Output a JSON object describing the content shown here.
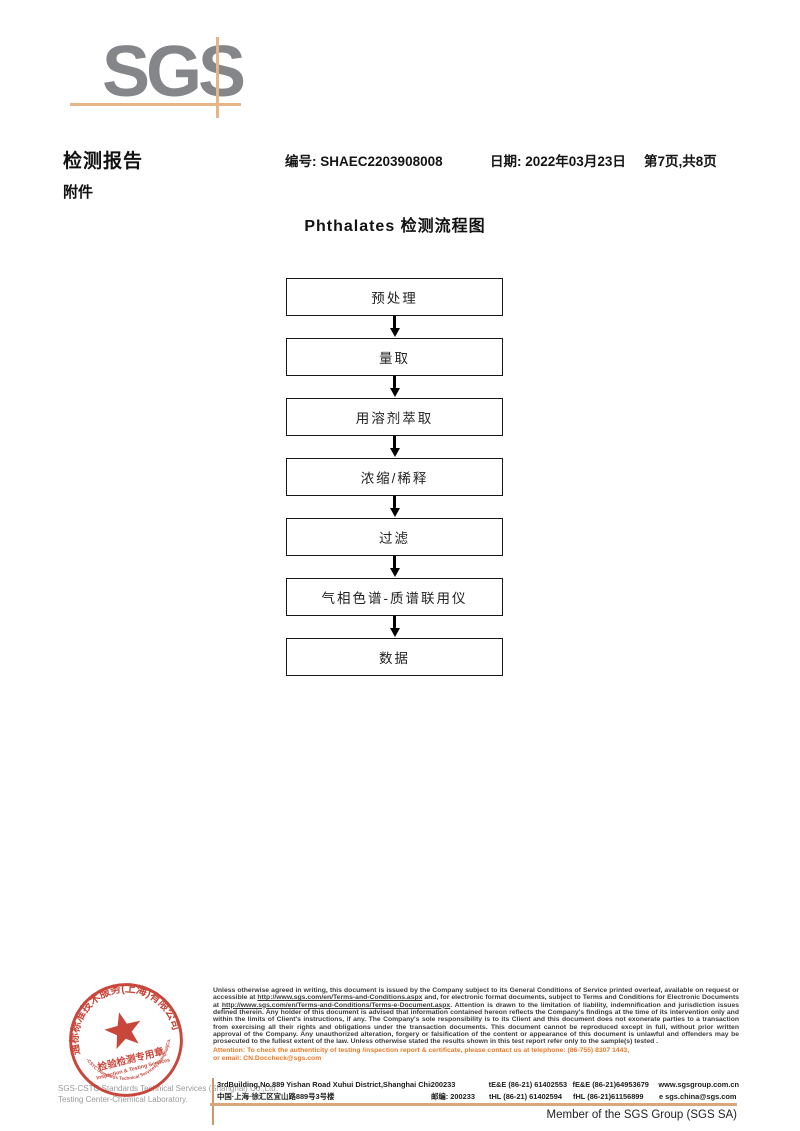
{
  "logo": {
    "text": "SGS"
  },
  "header": {
    "report_title": "检测报告",
    "no_label": "编号:",
    "no_value": "SHAEC2203908008",
    "date_label": "日期:",
    "date_value": "2022年03月23日",
    "page_info": "第7页,共8页",
    "attachment_label": "附件"
  },
  "flowchart": {
    "title": "Phthalates 检测流程图",
    "steps": [
      "预处理",
      "量取",
      "用溶剂萃取",
      "浓缩/稀释",
      "过滤",
      "气相色谱-质谱联用仪",
      "数据"
    ]
  },
  "stamp": {
    "ring_text_cn": "通标标准技术服务(上海)有限公司",
    "ring_text_en": "SGS-CSTC Standards Technical Services(Shanghai)Co.,Ltd.",
    "title_cn": "检验检测专用章",
    "title_en": "Inspection & Testing Services",
    "company_line1": "SGS-CSTC Standards Technical Services (Shanghai) Co.,Ltd.",
    "company_line2": "Testing Center-Chemical Laboratory.",
    "red": "#c5372b"
  },
  "footer": {
    "legal_segments": [
      {
        "text": "Unless otherwise agreed in writing, this document is issued by the Company subject to its General Conditions of Service printed overleaf, available on request or accessible at ",
        "link": false
      },
      {
        "text": "http://www.sgs.com/en/Terms-and-Conditions.aspx",
        "link": true
      },
      {
        "text": " and, for electronic format documents, subject to Terms and Conditions for Electronic Documents at ",
        "link": false
      },
      {
        "text": "http://www.sgs.com/en/Terms-and-Conditions/Terms-e-Document.aspx",
        "link": true
      },
      {
        "text": ". Attention is drawn to the limitation of liability, indemnification and jurisdiction issues defined therein. Any holder of this document is advised that information contained hereon reflects the Company's findings at the time of its intervention only and within the limits of Client's instructions, if any. The Company's sole responsibility is to its Client and this document does not exonerate parties to a transaction from exercising all their rights and obligations under the transaction documents. This document cannot be reproduced except in full, without prior written approval of the Company. Any unauthorized alteration, forgery or falsification of the content or appearance of this document is unlawful and offenders may be prosecuted to the fullest extent of the law. Unless otherwise stated the results shown in this test report refer only to the sample(s) tested .",
        "link": false
      }
    ],
    "attention_line1": "Attention: To check the authenticity of testing /inspection report & certificate, please contact us at telephone: (86-755) 8307 1443,",
    "attention_line2": "or email: CN.Doccheck@sgs.com",
    "address_rows": [
      {
        "addr": "3rdBuilding,No.889 Yishan Road Xuhui District,Shanghai China",
        "post": "200233",
        "tel": "tE&E (86-21) 61402553",
        "fax": "fE&E (86-21)64953679",
        "site": "www.sgsgroup.com.cn"
      },
      {
        "addr": "中国·上海·徐汇区宜山路889号3号楼",
        "post": "邮编: 200233",
        "tel": "tHL (86-21) 61402594",
        "fax": "fHL (86-21)61156899",
        "site": "e  sgs.china@sgs.com"
      }
    ],
    "member_text": "Member of the SGS Group (SGS SA)",
    "accent_orange": "#e87a28",
    "line_tan": "#d8a87a"
  }
}
